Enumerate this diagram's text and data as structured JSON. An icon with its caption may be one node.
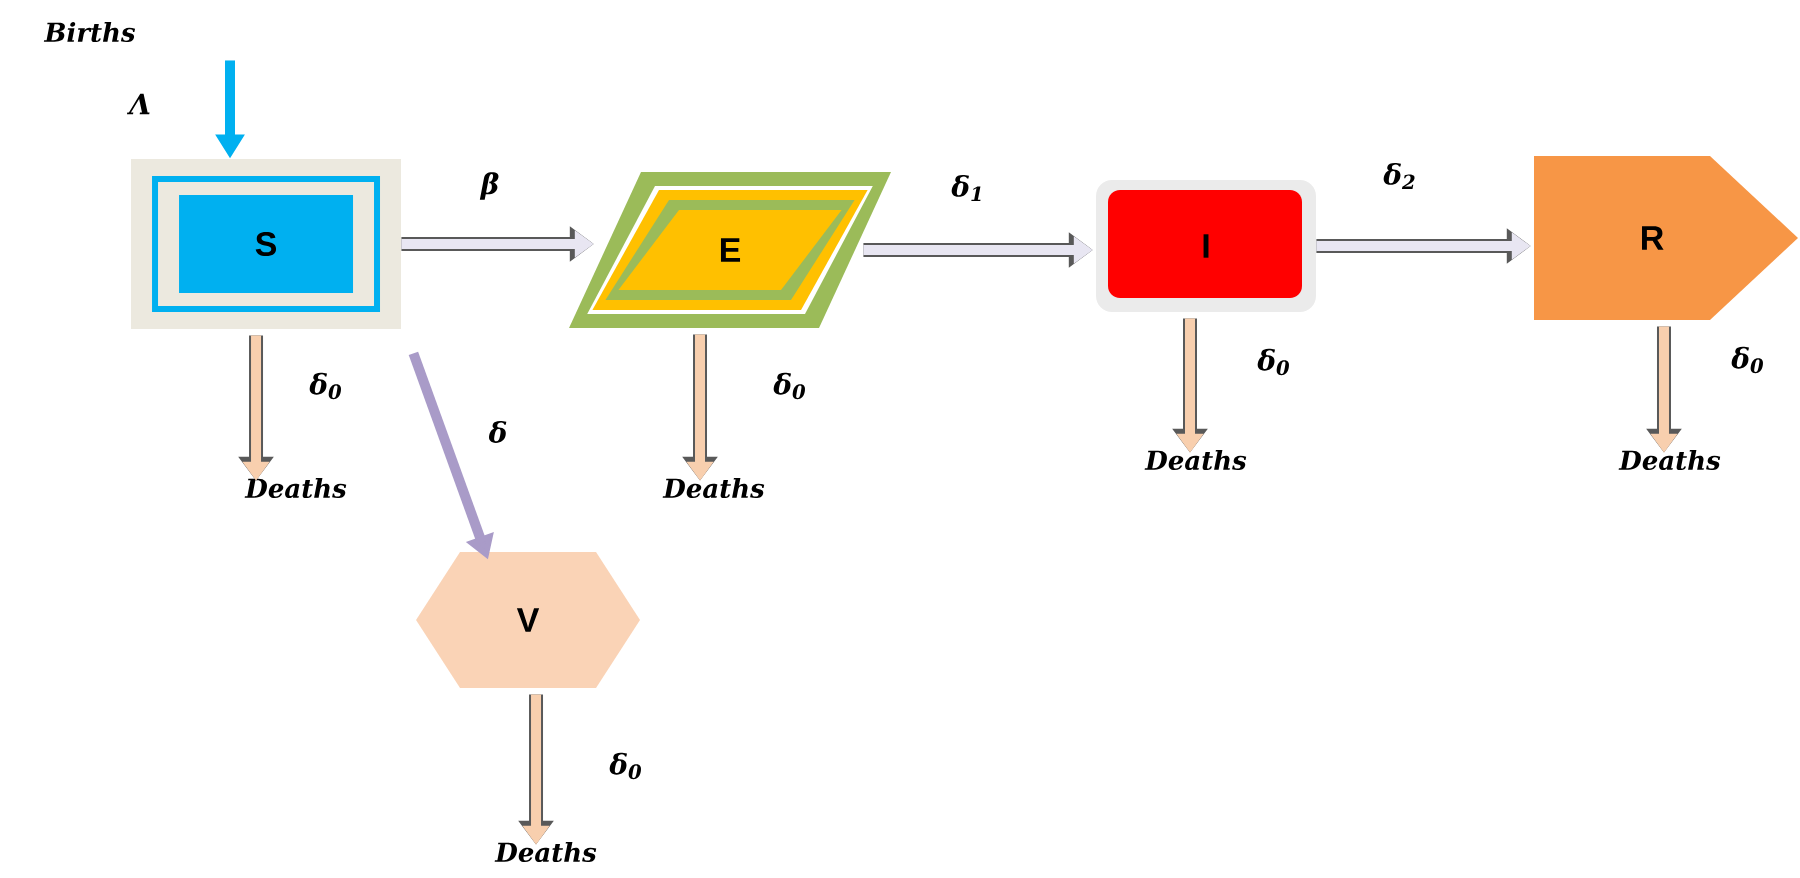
{
  "diagram": {
    "nodes": [
      {
        "text": [
          "Births"
        ]
      },
      {
        "text": [
          "S"
        ]
      },
      {
        "text": [
          "E"
        ]
      },
      {
        "text": [
          "I"
        ]
      },
      {
        "text": [
          "R"
        ]
      },
      {
        "text": [
          "Deaths"
        ]
      },
      {
        "text": [
          "Deaths"
        ]
      },
      {
        "text": [
          "Deaths"
        ]
      },
      {
        "text": [
          "Deaths"
        ]
      },
      {
        "text": [
          "V"
        ]
      },
      {
        "text": [
          "Deaths"
        ]
      }
    ],
    "edges": [
      {
        "from": 0,
        "to": 1,
        "arrow": "to",
        "label": "Λ",
        "color": "#00b0f0"
      },
      {
        "from": 1,
        "to": 2,
        "arrow": "to",
        "label": "β",
        "color": "#e8e6f2"
      },
      {
        "from": 2,
        "to": 3,
        "arrow": "to",
        "label": "δ$_{1}$",
        "color": "#e8e6f2"
      },
      {
        "from": 3,
        "to": 4,
        "arrow": "to",
        "label": "δ$_{2}$",
        "color": "#e8e6f2"
      },
      {
        "from": 1,
        "to": 9,
        "arrow": "to",
        "label": "δ",
        "color": "#a99bc8"
      },
      {
        "from": 1,
        "to": 5,
        "arrow": "to",
        "label": "δ$_{0}$"
      },
      {
        "from": 2,
        "to": 6,
        "arrow": "to",
        "label": "δ$_{0}$"
      },
      {
        "from": 3,
        "to": 7,
        "arrow": "to",
        "label": "δ$_{0}$"
      },
      {
        "from": 4,
        "to": 8,
        "arrow": "to",
        "label": "δ$_{0}$"
      },
      {
        "from": 9,
        "to": 10,
        "arrow": "to",
        "label": "δ$_{0}$"
      }
    ]
  }
}
